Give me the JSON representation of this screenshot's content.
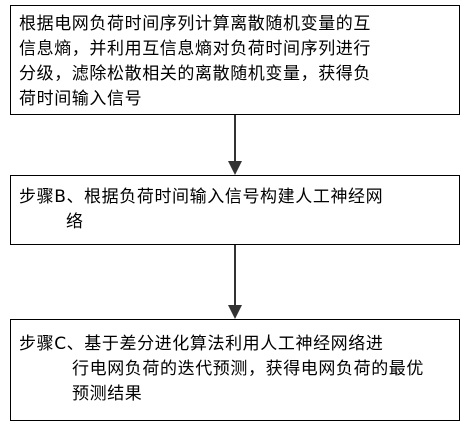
{
  "flowchart": {
    "step_1": {
      "lines": [
        "根据电网负荷时间序列计算离散随机变量的互",
        "信息熵，并利用互信息熵对负荷时间序列进行",
        "分级，滤除松散相关的离散随机变量，获得负",
        "荷时间输入信号"
      ]
    },
    "step_b": {
      "lines": [
        "步骤B、根据负荷时间输入信号构建人工神经网",
        "络"
      ]
    },
    "step_c": {
      "lines": [
        "步骤C、基于差分进化算法利用人工神经网络进",
        "行电网负荷的迭代预测，获得电网负荷的最优",
        "预测结果"
      ]
    },
    "colors": {
      "border": "#000000",
      "arrow": "#333333",
      "text": "#000000",
      "background": "#ffffff"
    }
  }
}
